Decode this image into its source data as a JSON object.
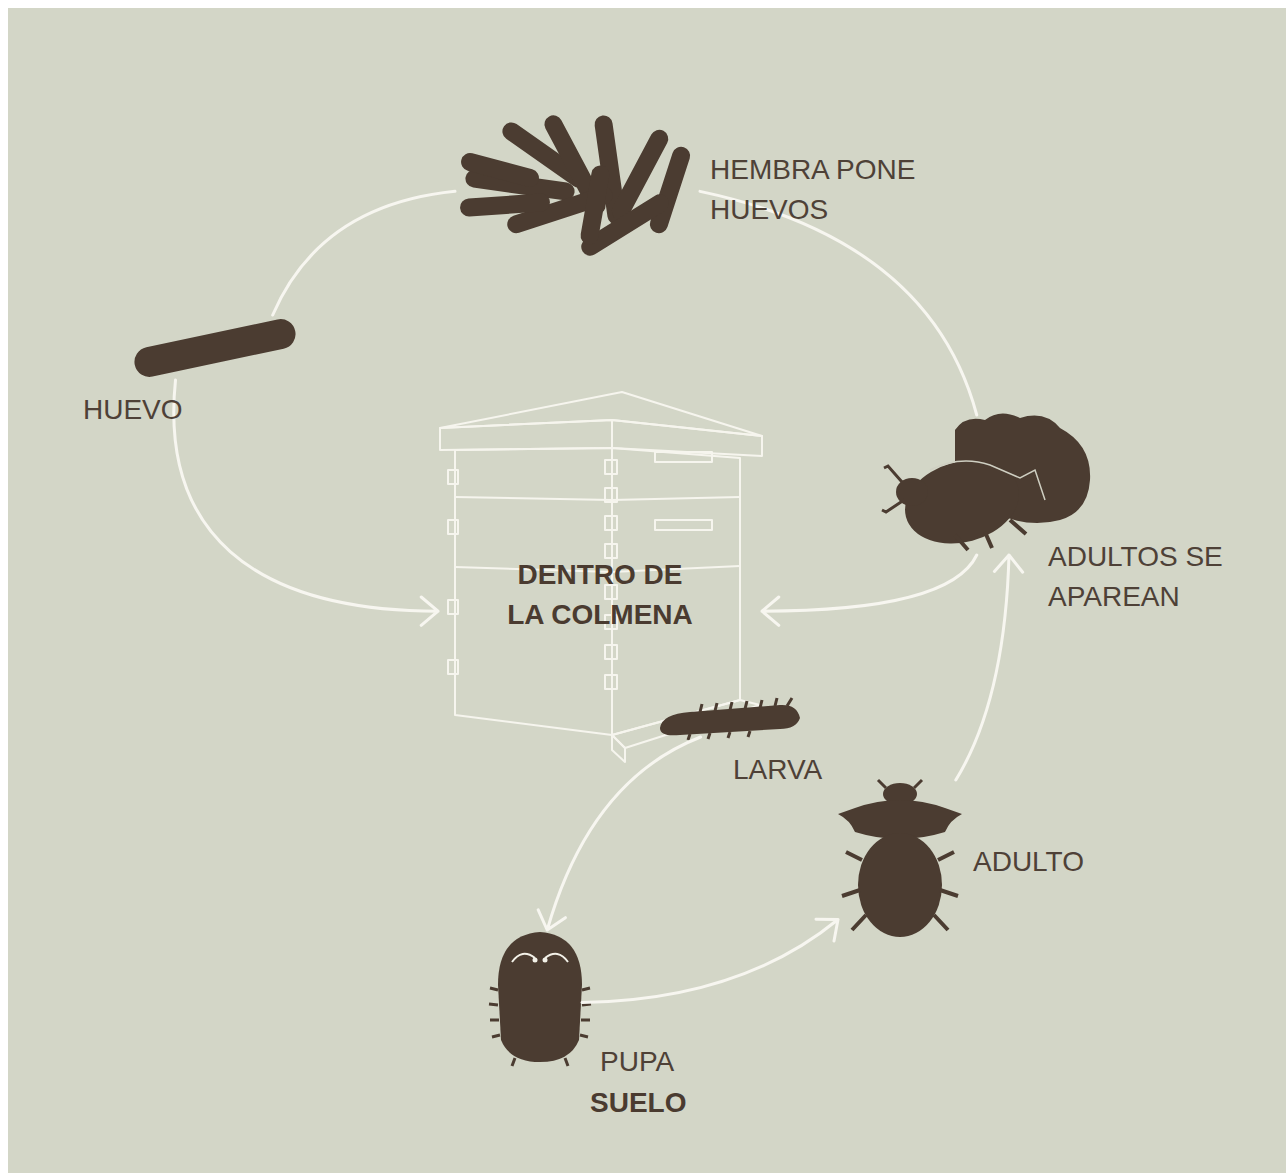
{
  "diagram": {
    "nodes": [
      {
        "text": [
          "HEMBRA PONE HUEVOS"
        ]
      },
      {
        "text": [
          "HUEVO"
        ]
      },
      {
        "text": [
          "DENTRO DE LA COLMENA"
        ]
      },
      {
        "text": [
          "LARVA"
        ]
      },
      {
        "text": [
          "PUPA",
          "SUELO"
        ]
      },
      {
        "text": [
          "ADULTO"
        ]
      },
      {
        "text": [
          "ADULTOS SE APAREAN"
        ]
      }
    ],
    "edges": [
      {
        "from": 6,
        "to": 0,
        "arrow": "none"
      },
      {
        "from": 0,
        "to": 1,
        "arrow": "none"
      },
      {
        "from": 1,
        "to": 2,
        "arrow": "to"
      },
      {
        "from": 6,
        "to": 2,
        "arrow": "to"
      },
      {
        "from": 3,
        "to": 4,
        "arrow": "to"
      },
      {
        "from": 4,
        "to": 5,
        "arrow": "to"
      },
      {
        "from": 5,
        "to": 6,
        "arrow": "to"
      }
    ]
  }
}
